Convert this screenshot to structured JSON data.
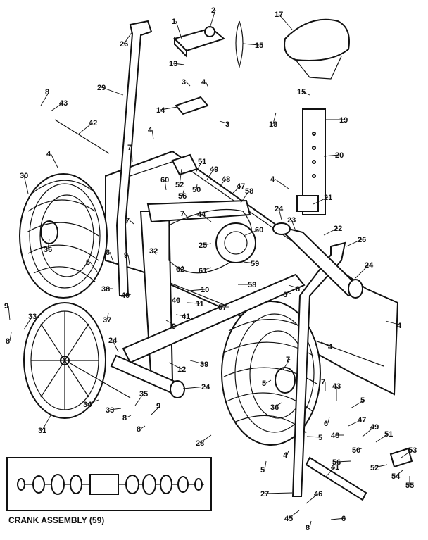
{
  "inset": {
    "caption": "CRANK ASSEMBLY (59)"
  },
  "callouts": [
    {
      "id": "c1",
      "label": "1"
    },
    {
      "id": "c2",
      "label": "2"
    },
    {
      "id": "c15a",
      "label": "15"
    },
    {
      "id": "c17",
      "label": "17"
    },
    {
      "id": "c26a",
      "label": "26"
    },
    {
      "id": "c13",
      "label": "13"
    },
    {
      "id": "c3a",
      "label": "3"
    },
    {
      "id": "c4a",
      "label": "4"
    },
    {
      "id": "c29",
      "label": "29"
    },
    {
      "id": "c8a",
      "label": "8"
    },
    {
      "id": "c43a",
      "label": "43"
    },
    {
      "id": "c14",
      "label": "14"
    },
    {
      "id": "c3b",
      "label": "3"
    },
    {
      "id": "c15b",
      "label": "15"
    },
    {
      "id": "c18",
      "label": "18"
    },
    {
      "id": "c19",
      "label": "19"
    },
    {
      "id": "c42",
      "label": "42"
    },
    {
      "id": "c4b",
      "label": "4"
    },
    {
      "id": "c20",
      "label": "20"
    },
    {
      "id": "c4c",
      "label": "4"
    },
    {
      "id": "c7a",
      "label": "7"
    },
    {
      "id": "c51a",
      "label": "51"
    },
    {
      "id": "c49a",
      "label": "49"
    },
    {
      "id": "c48a",
      "label": "48"
    },
    {
      "id": "c47a",
      "label": "47"
    },
    {
      "id": "c30",
      "label": "30"
    },
    {
      "id": "c60a",
      "label": "60"
    },
    {
      "id": "c52a",
      "label": "52"
    },
    {
      "id": "c50a",
      "label": "50"
    },
    {
      "id": "c56a",
      "label": "56"
    },
    {
      "id": "c4d",
      "label": "4"
    },
    {
      "id": "c21",
      "label": "21"
    },
    {
      "id": "c58a",
      "label": "58"
    },
    {
      "id": "c44",
      "label": "44"
    },
    {
      "id": "c7b",
      "label": "7"
    },
    {
      "id": "c7c",
      "label": "7"
    },
    {
      "id": "c24a",
      "label": "24"
    },
    {
      "id": "c23",
      "label": "23"
    },
    {
      "id": "c22",
      "label": "22"
    },
    {
      "id": "c36a",
      "label": "36"
    },
    {
      "id": "c60b",
      "label": "60"
    },
    {
      "id": "c26b",
      "label": "26"
    },
    {
      "id": "c25",
      "label": "25"
    },
    {
      "id": "c32",
      "label": "32"
    },
    {
      "id": "c8b",
      "label": "8"
    },
    {
      "id": "c9a",
      "label": "9"
    },
    {
      "id": "c6a",
      "label": "6"
    },
    {
      "id": "c62",
      "label": "62"
    },
    {
      "id": "c59",
      "label": "59"
    },
    {
      "id": "c61",
      "label": "61"
    },
    {
      "id": "c24b",
      "label": "24"
    },
    {
      "id": "c38",
      "label": "38"
    },
    {
      "id": "c10",
      "label": "10"
    },
    {
      "id": "c58b",
      "label": "58"
    },
    {
      "id": "c8c",
      "label": "8"
    },
    {
      "id": "c40a",
      "label": "40"
    },
    {
      "id": "c40b",
      "label": "40"
    },
    {
      "id": "c11",
      "label": "11"
    },
    {
      "id": "c57",
      "label": "57"
    },
    {
      "id": "c6b",
      "label": "6"
    },
    {
      "id": "c4e",
      "label": "4"
    },
    {
      "id": "c9b",
      "label": "9"
    },
    {
      "id": "c33a",
      "label": "33"
    },
    {
      "id": "c37",
      "label": "37"
    },
    {
      "id": "c9c",
      "label": "9"
    },
    {
      "id": "c41",
      "label": "41"
    },
    {
      "id": "c8d",
      "label": "8"
    },
    {
      "id": "c24c",
      "label": "24"
    },
    {
      "id": "c4f",
      "label": "4"
    },
    {
      "id": "c12",
      "label": "12"
    },
    {
      "id": "c39",
      "label": "39"
    },
    {
      "id": "c7d",
      "label": "7"
    },
    {
      "id": "c5a",
      "label": "5"
    },
    {
      "id": "c24d",
      "label": "24"
    },
    {
      "id": "c43b",
      "label": "43"
    },
    {
      "id": "c7e",
      "label": "7"
    },
    {
      "id": "c34",
      "label": "34"
    },
    {
      "id": "c35",
      "label": "35"
    },
    {
      "id": "c9d",
      "label": "9"
    },
    {
      "id": "c33b",
      "label": "33"
    },
    {
      "id": "c8e",
      "label": "8"
    },
    {
      "id": "c8f",
      "label": "8"
    },
    {
      "id": "c31",
      "label": "31"
    },
    {
      "id": "c36b",
      "label": "36"
    },
    {
      "id": "c5b",
      "label": "5"
    },
    {
      "id": "c6c",
      "label": "6"
    },
    {
      "id": "c47b",
      "label": "47"
    },
    {
      "id": "c5c",
      "label": "5"
    },
    {
      "id": "c49b",
      "label": "49"
    },
    {
      "id": "c51b",
      "label": "51"
    },
    {
      "id": "c48b",
      "label": "48"
    },
    {
      "id": "c28",
      "label": "28"
    },
    {
      "id": "c50b",
      "label": "50"
    },
    {
      "id": "c53",
      "label": "53"
    },
    {
      "id": "c56b",
      "label": "56"
    },
    {
      "id": "c52b",
      "label": "52"
    },
    {
      "id": "c54",
      "label": "54"
    },
    {
      "id": "c55",
      "label": "55"
    },
    {
      "id": "c41b",
      "label": "41"
    },
    {
      "id": "c5d",
      "label": "5"
    },
    {
      "id": "c4g",
      "label": "4"
    },
    {
      "id": "c27",
      "label": "27"
    },
    {
      "id": "c46",
      "label": "46"
    },
    {
      "id": "c45",
      "label": "45"
    },
    {
      "id": "c8g",
      "label": "8"
    },
    {
      "id": "c6d",
      "label": "6"
    }
  ]
}
